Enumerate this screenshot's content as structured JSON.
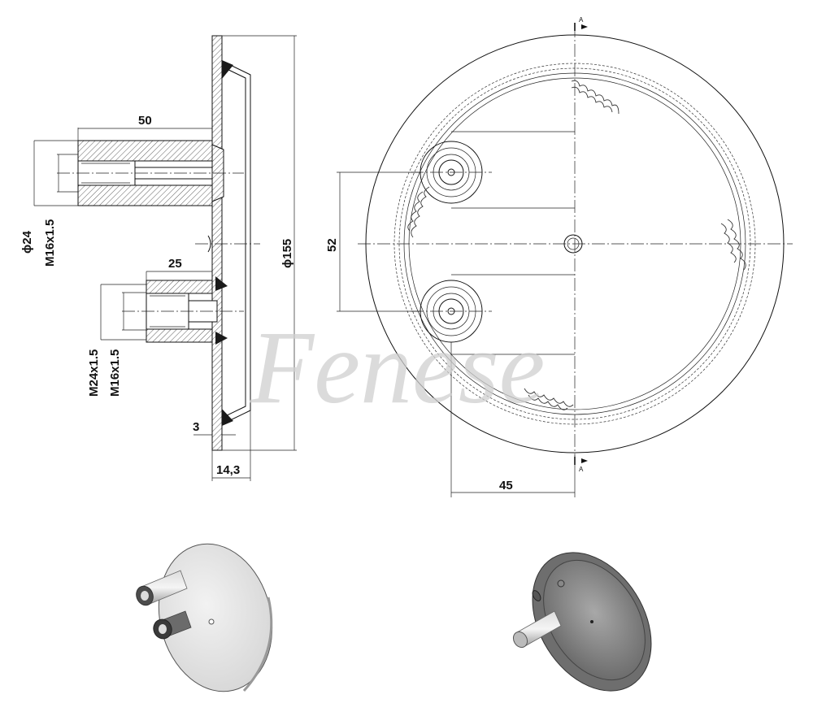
{
  "watermark": "Fenese",
  "section_marker": "A",
  "dimensions": {
    "length_long": "50",
    "length_short": "25",
    "thickness": "3",
    "depth": "14,3",
    "dia_large_label": "ϕ155",
    "dia_outer_long": "ϕ24",
    "thread_long": "M16x1.5",
    "thread_outer_short": "M24x1.5",
    "thread_short": "M16x1.5",
    "spacing": "52",
    "offset": "45"
  },
  "colors": {
    "line": "#111111",
    "watermark": "#cfcfcf",
    "render_light": "#e4e4e4",
    "render_dark": "#8a8a8a"
  }
}
